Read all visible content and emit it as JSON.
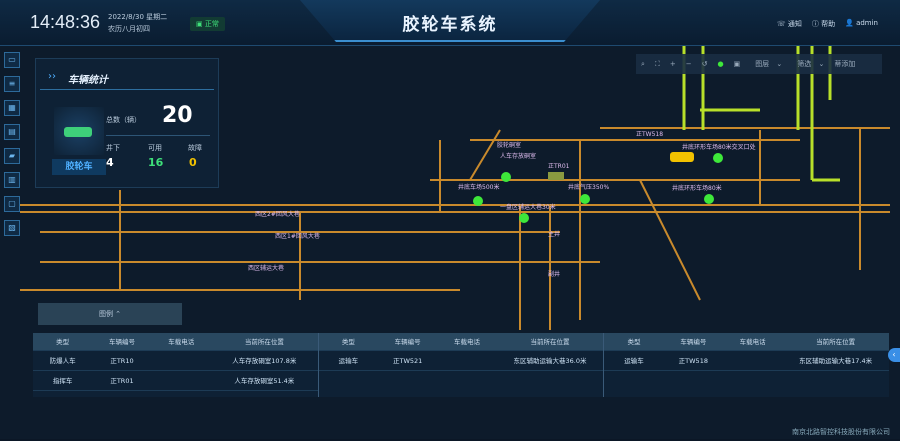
{
  "header": {
    "time": "14:48:36",
    "date": "2022/8/30 星期二",
    "lunar": "农历八月初四",
    "status": "正常",
    "title": "胶轮车系统",
    "notice": "通知",
    "help": "帮助",
    "user": "admin"
  },
  "stats": {
    "title": "车辆统计",
    "vehicle_label": "胶轮车",
    "total_label": "总数（辆）",
    "total": "20",
    "underground_label": "井下",
    "underground": "4",
    "available_label": "可用",
    "available": "16",
    "fault_label": "故障",
    "fault": "0",
    "colors": {
      "available": "#3ee07a",
      "fault": "#f2c200"
    }
  },
  "toolbar": {
    "layer": "图层",
    "filter": "筛选",
    "extra": "蒂添加"
  },
  "map": {
    "labels": [
      "人车存放硐室",
      "胶轮硐室",
      "正TR01",
      "井底车场500米",
      "一盘区辅运大巷30米",
      "井底气压350%",
      "正TW518",
      "井底环形车场80米",
      "井底环形车场80米交叉口处",
      "西区2#回风大巷",
      "西区1#回风大巷",
      "西区辅运大巷",
      "主井",
      "副井"
    ]
  },
  "legend": {
    "label": "图例 ⌃"
  },
  "tables": [
    {
      "headers": [
        "类型",
        "车辆编号",
        "车载电话",
        "当前所在位置"
      ],
      "rows": [
        [
          "防爆人车",
          "正TR10",
          "",
          "人车存放硐室107.8米"
        ],
        [
          "指挥车",
          "正TR01",
          "",
          "人车存放硐室51.4米"
        ]
      ]
    },
    {
      "headers": [
        "类型",
        "车辆编号",
        "车载电话",
        "当前所在位置"
      ],
      "rows": [
        [
          "运输车",
          "正TW521",
          "",
          "东区辅助运输大巷36.0米"
        ]
      ]
    },
    {
      "headers": [
        "类型",
        "车辆编号",
        "车载电话",
        "当前所在位置"
      ],
      "rows": [
        [
          "运输车",
          "正TW518",
          "",
          "东区辅助运输大巷17.4米"
        ]
      ]
    }
  ],
  "footer": "南京北路智控科技股份有限公司"
}
